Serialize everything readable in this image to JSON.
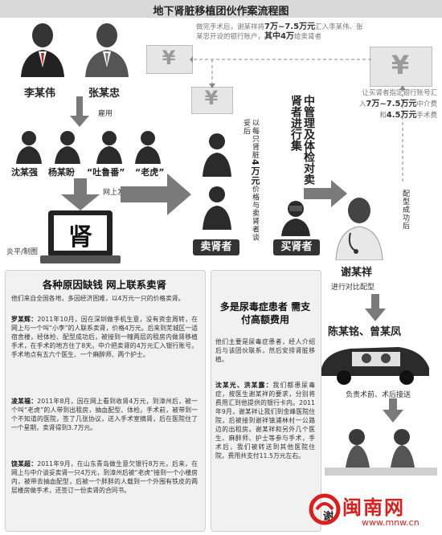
{
  "title": "地下肾脏移植团伙作案流程图",
  "top_people": [
    "李某伟",
    "张某忠"
  ],
  "employ_label": "雇用",
  "workers": [
    "沈某强",
    "杨某盼",
    "“吐鲁番”",
    "“老虎”"
  ],
  "online_post": "网上发布买肾信息",
  "kidney_char": "肾",
  "credit": "炎平/制图",
  "transfer_note": {
    "p1": "做完手术后，谢某祥将",
    "amount1": "7万~7.5万元",
    "p2": "汇入李某伟、张某忠开设的银行账户，",
    "p3": "其中4万",
    "p4": "给卖肾者"
  },
  "mgmt_text": "中管理及体检对卖肾者进行集",
  "price_text": {
    "p1": "以每只肾脏",
    "amount": "4万元",
    "p2": "价格与卖肾者谈妥后"
  },
  "seller_tag": "卖肾者",
  "buyer_tag": "买肾者",
  "buyer_fee_note": {
    "p1": "让买肾者指定银行账号汇入",
    "amount1": "7万~7.5万元",
    "p2": "中介费和",
    "amount2": "4.5万元",
    "p3": "手术费"
  },
  "match_success": "配型成功后",
  "doctor_name": "谢某祥",
  "doctor_action": "进行对比配型",
  "surgeons": "陈某铭、曾某凤",
  "surgeon_action": "负责术前、术后接送",
  "surgery_bottom": "谢",
  "left_panel": {
    "heading": "各种原因缺钱 网上联系卖肾",
    "intro": "他们来自全国各地，多因经济困难，以4万元一只的价格卖肾。",
    "cases": [
      {
        "name": "罗某辉：",
        "text": "2011年10月，因在深圳做手机生意，没有资金周转，在网上与一个叫“小李”的人联系卖肾，价格4万元。后来到芜城区一适宿舍楼，经体检、配型成功后，被接到一幢两层的租房内做肾移植手术，在手术的地方住了8天。中介把卖肾的4万元汇入银行账号。手术地点有五六个医生、一个麻醉师、两个护士。"
      },
      {
        "name": "凌某福：",
        "text": "2011年8月，因在网上看到收肾4万元，到漳州后，被一个叫“老虎”的人带到出租房，抽血配型、体检。手术前，被带到一个不知道的医院，签了几张协议，送入手术室摘肾，后在医院住了一个星期，卖肾得到3.7万元。"
      },
      {
        "name": "饶某超：",
        "text": "2011年9月，在山东青岛做生意欠银行8万元，后来，在网上与中介谈妥卖肾一只4万元，到漳州后被“老虎”接到一个小楼房内，被带去抽血配型，后被一个胖胖的人载到一个外围有铁皮的两层楼房做手术，还签订一份卖肾的合同书。"
      }
    ]
  },
  "right_panel": {
    "heading": "多是尿毒症患者 需支付高额费用",
    "intro": "他们主要是尿毒症患者，经人介绍后与该团伙联系，然后安排肾脏移植。",
    "cases": [
      {
        "name": "沈某光、洪某露：",
        "text": "我们都患尿毒症，按医生谢某祥的要求，分别将费用汇到他提供的银行卡内。2011年9月，谢某祥让我们到金峰医院住院，后被接到谢祥镇浦林村一公路边的出租房。谢某祥和另外几个医生、麻醉师、护士等参与手术，手术后，我们被转送到其他医院住院，费用共支付11.5万元左右。"
      }
    ]
  },
  "watermark": {
    "logo_text": "闽南网",
    "url": "www.mnw.cn"
  },
  "colors": {
    "accent_red": "#c0392b",
    "arrow_gray": "#7a7a7a",
    "tag_dark": "#333333",
    "watermark_red": "#d9201f"
  }
}
